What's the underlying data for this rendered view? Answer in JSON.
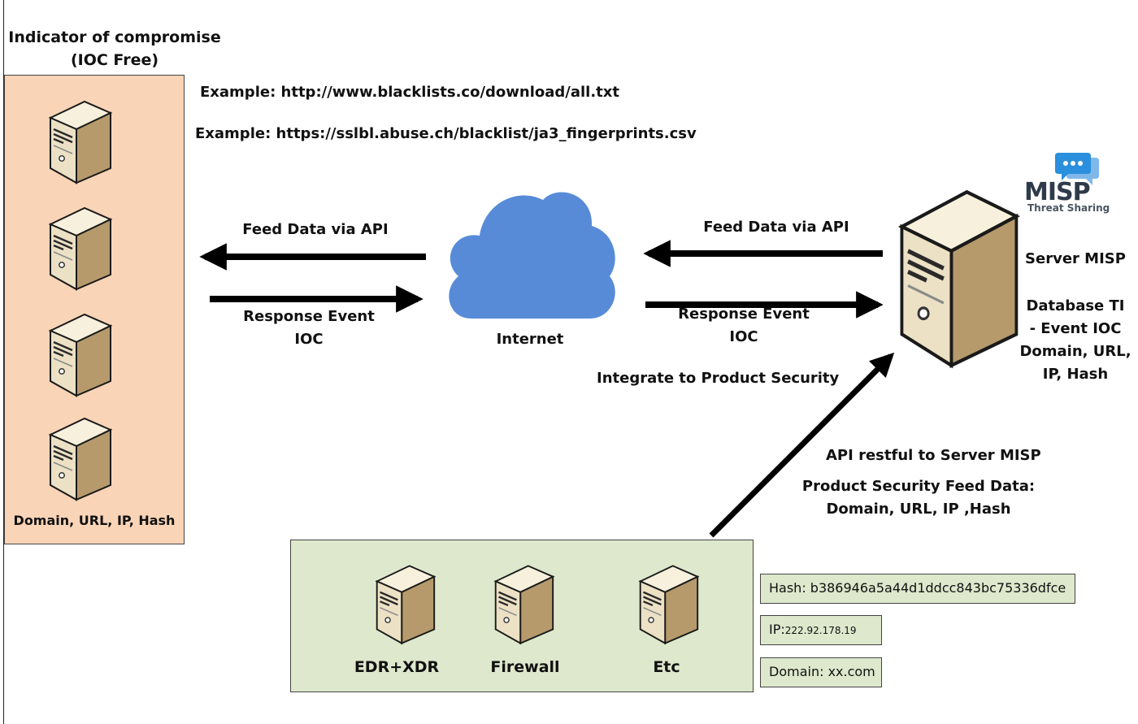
{
  "ioc_title": [
    "Indicator of compromise",
    "(IOC Free)"
  ],
  "ioc_caption": "Domain, URL, IP, Hash",
  "examples": [
    "Example: http://www.blacklists.co/download/all.txt",
    "Example: https://sslbl.abuse.ch/blacklist/ja3_fingerprints.csv"
  ],
  "left_link": {
    "feed_label": "Feed Data via API",
    "response_label": [
      "Response Event",
      "IOC"
    ]
  },
  "internet_label": "Internet",
  "right_link": {
    "feed_label": "Feed Data via API",
    "response_label": [
      "Response Event",
      "IOC"
    ]
  },
  "integrate_label": "Integrate to Product Security",
  "misp_logo": {
    "wordmark": "MISP",
    "tagline": "Threat Sharing"
  },
  "server_misp": {
    "title": "Server MISP",
    "description": [
      "Database TI",
      "- Event IOC",
      "Domain, URL,",
      "IP, Hash"
    ]
  },
  "api_label": "API restful to Server MISP",
  "product_feed_label": [
    "Product Security Feed Data:",
    "Domain, URL, IP ,Hash"
  ],
  "products": [
    "EDR+XDR",
    "Firewall",
    "Etc"
  ],
  "evidence": {
    "hash_label": "Hash: b386946a5a44d1ddcc843bc75336dfce",
    "ip_prefix": "IP:",
    "ip_value": "222.92.178.19",
    "domain_label": "Domain: xx.com"
  },
  "colors": {
    "ioc_panel": "#f9d4b7",
    "products_panel": "#dde8cc",
    "cloud": "#578bd8",
    "misp_bubble": "#2a8fdc"
  },
  "icons": [
    "server-icon",
    "cloud-icon",
    "chat-bubble-icon"
  ]
}
